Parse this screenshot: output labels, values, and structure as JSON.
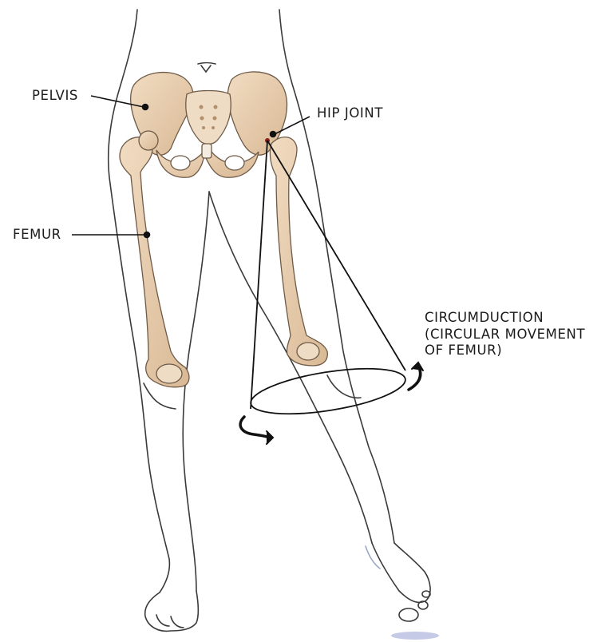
{
  "labels": {
    "pelvis": "PELVIS",
    "femur": "FEMUR",
    "hip_joint": "HIP JOINT",
    "circumduction": [
      "CIRCUMDUCTION",
      "(CIRCULAR MOVEMENT",
      "OF FEMUR)"
    ]
  },
  "colors": {
    "bone": "#ead2b4",
    "bone_shade": "#c9a582",
    "outline": "#3a3a3a",
    "joint_marker": "#8b1a1a",
    "rotation_arrow": "#111111"
  }
}
